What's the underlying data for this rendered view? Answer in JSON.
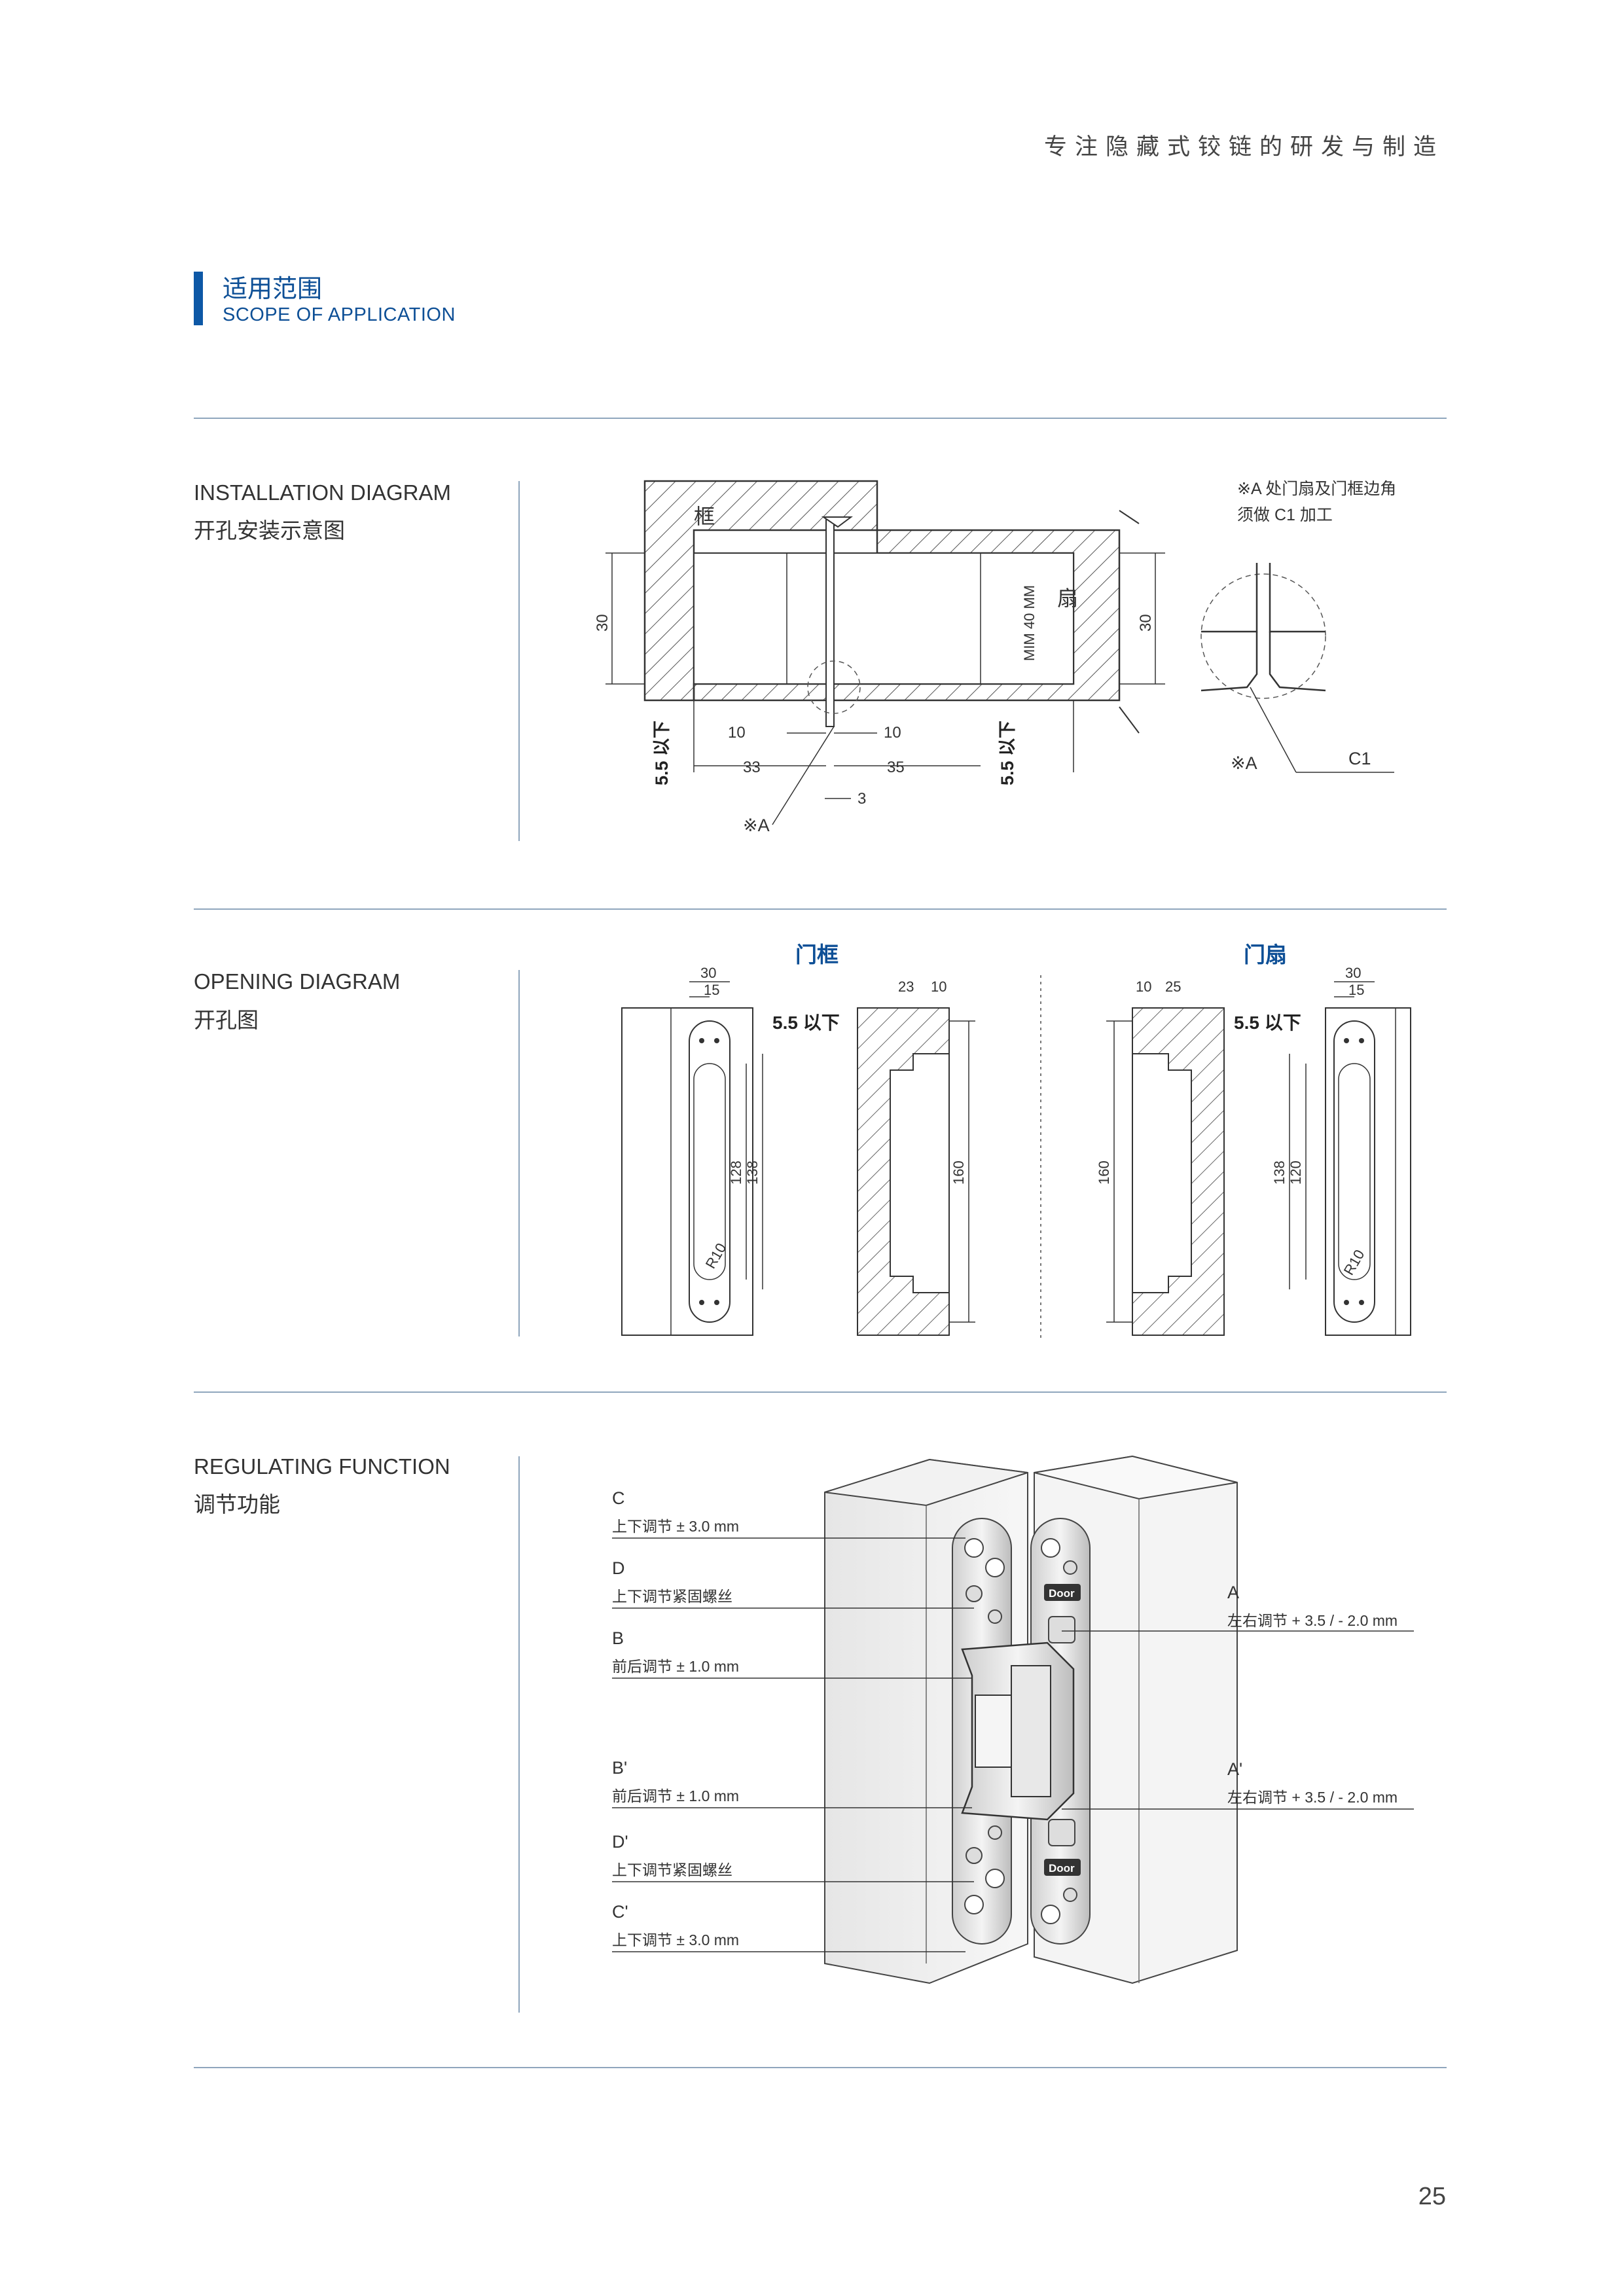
{
  "header": {
    "tagline": "专注隐藏式铰链的研发与制造"
  },
  "section": {
    "title_cn": "适用范围",
    "title_en": "SCOPE OF APPLICATION"
  },
  "installation": {
    "label_en": "INSTALLATION DIAGRAM",
    "label_cn": "开孔安装示意图",
    "frame_label": "框",
    "sash_label": "扇",
    "min_label": "MIM 40 MM",
    "dim_left_30": "30",
    "dim_right_30": "30",
    "dim_left_10": "10",
    "dim_right_10": "10",
    "dim_33": "33",
    "dim_35": "35",
    "dim_3": "3",
    "dim_55_left": "5.5 以下",
    "dim_55_right": "5.5 以下",
    "mark_a": "※A",
    "note_line1": "※A 处门扇及门框边角",
    "note_line2": "须做 C1 加工",
    "detail_mark_a": "※A",
    "detail_c1": "C1"
  },
  "opening": {
    "label_en": "OPENING DIAGRAM",
    "label_cn": "开孔图",
    "frame_title": "门框",
    "sash_title": "门扇",
    "dim_30": "30",
    "dim_15": "15",
    "dim_23": "23",
    "dim_10": "10",
    "dim_55": "5.5 以下",
    "dim_128": "128",
    "dim_138": "138",
    "dim_160": "160",
    "dim_120": "120",
    "dim_25": "25",
    "r10": "R10"
  },
  "regulating": {
    "label_en": "REGULATING FUNCTION",
    "label_cn": "调节功能",
    "callouts_left": [
      {
        "letter": "C",
        "desc": "上下调节 ± 3.0 mm"
      },
      {
        "letter": "D",
        "desc": "上下调节紧固螺丝"
      },
      {
        "letter": "B",
        "desc": "前后调节 ± 1.0 mm"
      },
      {
        "letter": "B'",
        "desc": "前后调节 ± 1.0 mm"
      },
      {
        "letter": "D'",
        "desc": "上下调节紧固螺丝"
      },
      {
        "letter": "C'",
        "desc": "上下调节 ± 3.0 mm"
      }
    ],
    "callouts_right": [
      {
        "letter": "A",
        "desc": "左右调节 + 3.5 / - 2.0 mm"
      },
      {
        "letter": "A'",
        "desc": "左右调节 + 3.5 / - 2.0 mm"
      }
    ],
    "brand_mark": "Door"
  },
  "footer": {
    "page_number": "25"
  },
  "colors": {
    "accent": "#0d58a6",
    "rule": "#8fa6bd"
  }
}
